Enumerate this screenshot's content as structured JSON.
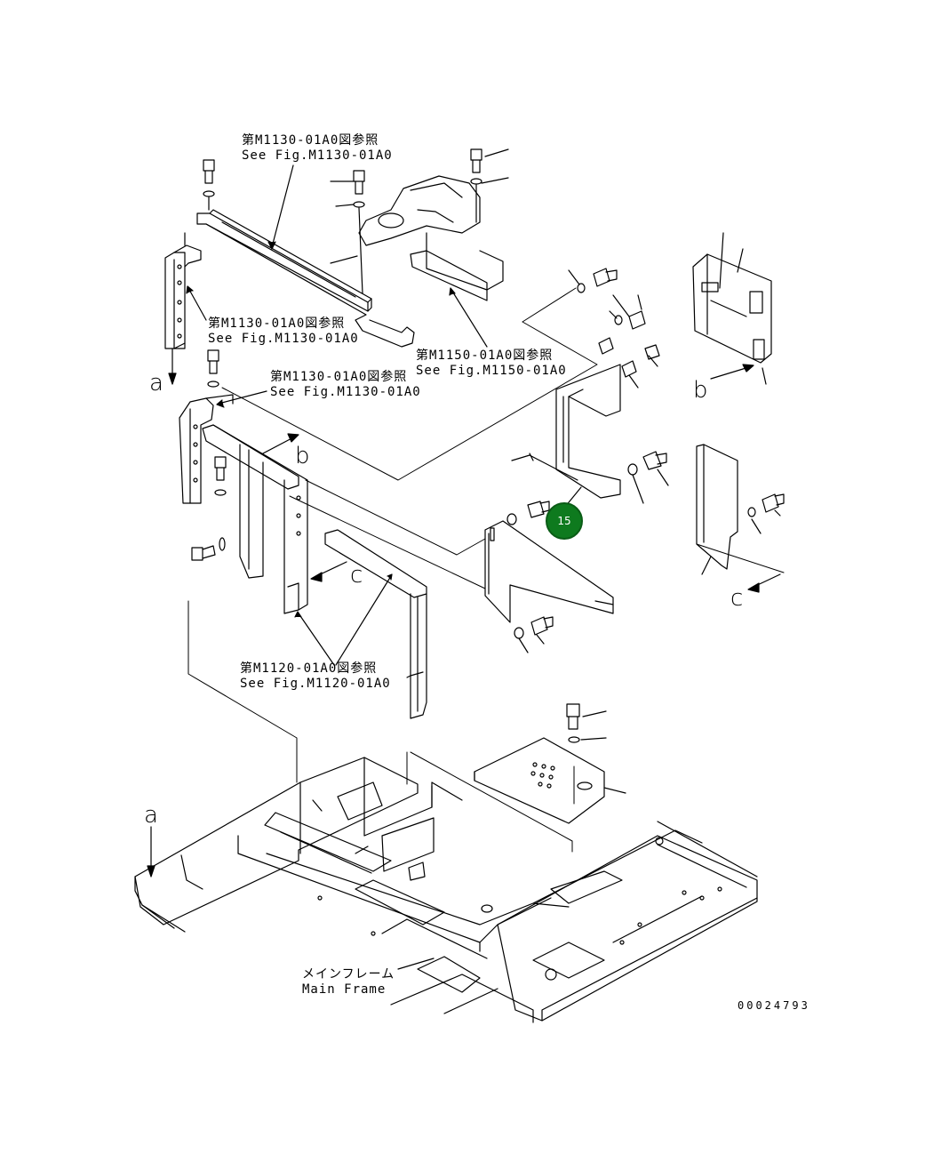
{
  "labels": {
    "ref_m1130_top": {
      "jp": "第M1130-01A0図参照",
      "en": "See Fig.M1130-01A0"
    },
    "ref_m1130_mid": {
      "jp": "第M1130-01A0図参照",
      "en": "See Fig.M1130-01A0"
    },
    "ref_m1130_low": {
      "jp": "第M1130-01A0図参照",
      "en": "See Fig.M1130-01A0"
    },
    "ref_m1150": {
      "jp": "第M1150-01A0図参照",
      "en": "See Fig.M1150-01A0"
    },
    "ref_m1120": {
      "jp": "第M1120-01A0図参照",
      "en": "See Fig.M1120-01A0"
    },
    "main_frame": {
      "jp": "メインフレーム",
      "en": "Main Frame"
    }
  },
  "view_letters": {
    "a_top": "a",
    "b_mid": "b",
    "c_mid": "c",
    "b_right": "b",
    "c_right": "c",
    "a_bottom": "a"
  },
  "callout": {
    "number": "15",
    "color": "#0e7a1e"
  },
  "drawing_number": "00024793"
}
